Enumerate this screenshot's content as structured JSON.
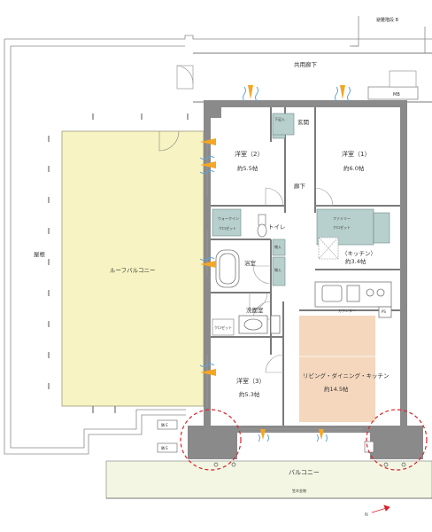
{
  "labels": {
    "evacuation_stairs": "避難階段 B",
    "common_corridor": "共用廊下",
    "mb": "MB",
    "shoe_storage": "下足入",
    "entrance": "玄関",
    "bedroom2_name": "洋室（2）",
    "bedroom2_size": "約5.5帖",
    "bedroom1_name": "洋室（1）",
    "bedroom1_size": "約6.0帖",
    "hallway": "廊下",
    "walkin_closet_1": "ウォークイン",
    "walkin_closet_2": "クロゼット",
    "toilet": "トイレ",
    "family_closet_1": "ファミリー",
    "family_closet_2": "クロゼット",
    "storage_a": "物入",
    "storage_b": "物入",
    "kitchen_name": "（キッチン）",
    "kitchen_size": "約3.4帖",
    "bathroom": "浴室",
    "roof": "屋根",
    "roof_balcony": "ルーフバルコニー",
    "counter": "カウンター",
    "ps": "PS",
    "laundry": "洗面室",
    "closet": "クロゼット",
    "bedroom3_name": "洋室（3）",
    "bedroom3_size": "約5.3帖",
    "ldk_name": "リビング・ダイニング・キッチン",
    "ldk_size": "約14.5帖",
    "evac_hatch_1": "隣 E",
    "evac_hatch_2": "隣 E",
    "balcony": "バルコニー",
    "railing": "笠木金物",
    "north": "N"
  },
  "colors": {
    "roof_balcony_fill": "#f7f3c2",
    "balcony_fill": "#f3f6e2",
    "ldk_highlight": "#f4d7bd",
    "fixture_fill": "#b8d0cd",
    "wall": "#7a7a7a",
    "window_marker": "#f5a623",
    "ventilation": "#5fa3d9",
    "highlight_circle": "#d9232d"
  }
}
